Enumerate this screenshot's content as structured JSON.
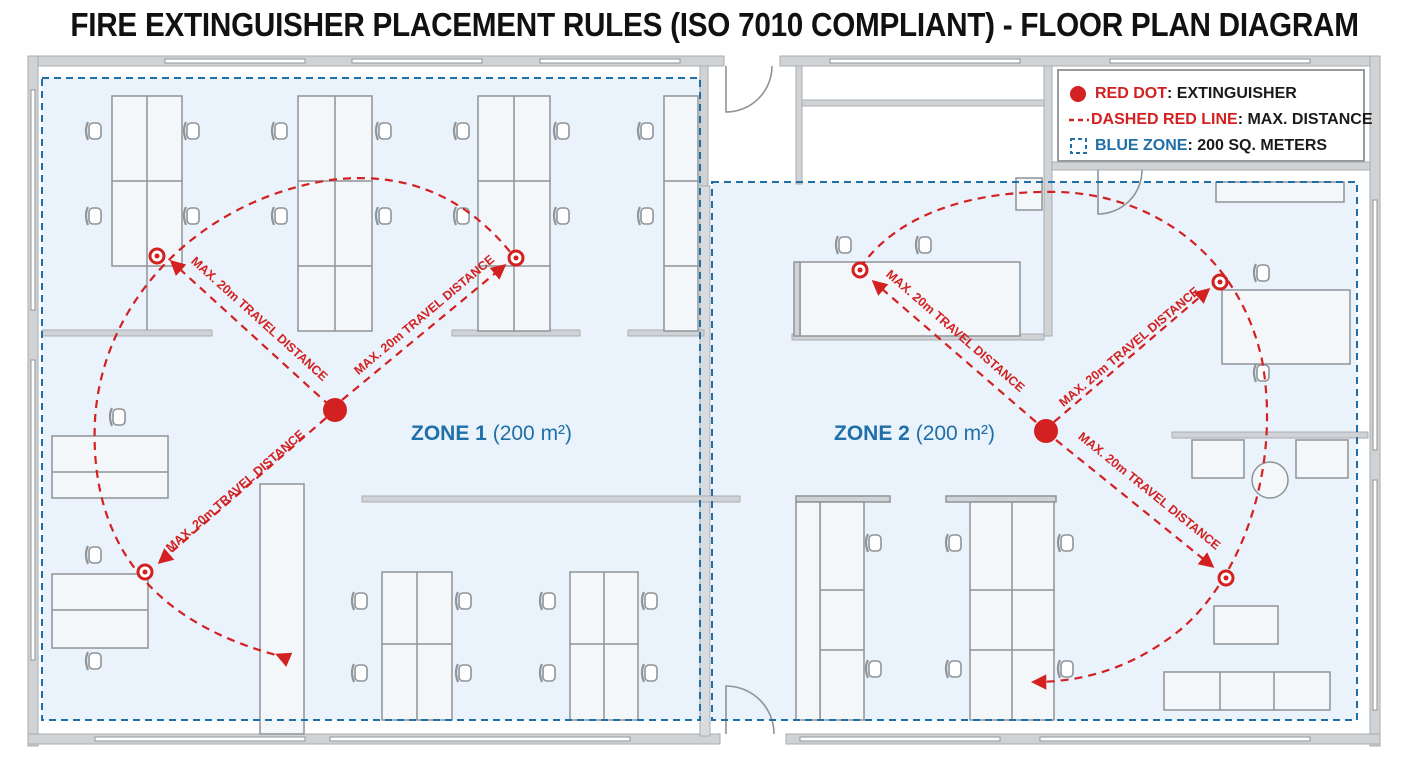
{
  "title": "FIRE EXTINGUISHER PLACEMENT RULES (ISO 7010 COMPLIANT) - FLOOR PLAN DIAGRAM",
  "legend": {
    "red_dot_key": "RED DOT",
    "red_dot_text": ": EXTINGUISHER",
    "dashed_key": "DASHED RED LINE",
    "dashed_text": ": MAX. DISTANCE",
    "blue_key": "BLUE ZONE",
    "blue_text": ": 200 SQ. METERS"
  },
  "zones": [
    {
      "name": "ZONE 1",
      "area": "(200 m²)"
    },
    {
      "name": "ZONE 2",
      "area": "(200 m²)"
    }
  ],
  "travel_label": "MAX. 20m TRAVEL DISTANCE",
  "colors": {
    "red": "#d32020",
    "blue": "#1f6fa8",
    "zone_fill": "#eaf3fb",
    "wall": "#cfd3d6"
  }
}
